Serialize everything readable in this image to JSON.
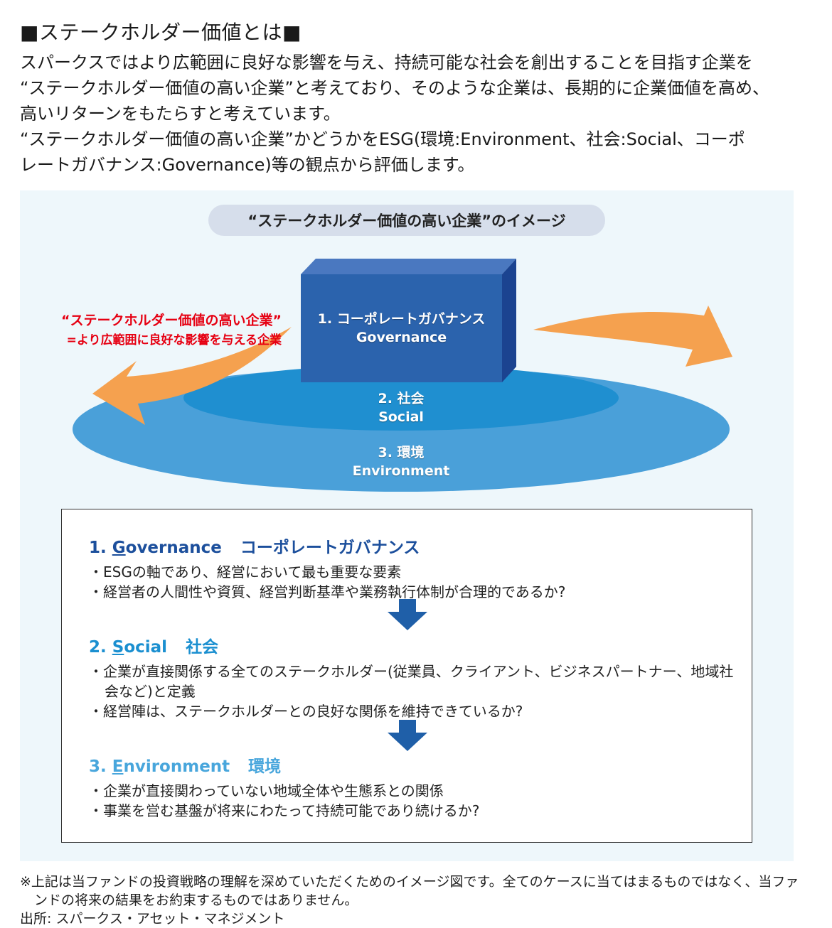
{
  "heading": "■ステークホルダー価値とは■",
  "intro": [
    "スパークスではより広範囲に良好な影響を与え、持続可能な社会を創出することを目指す企業を",
    "“ステークホルダー価値の高い企業”と考えており、そのような企業は、長期的に企業価値を高め、",
    "高いリターンをもたらすと考えています。",
    "“ステークホルダー価値の高い企業”かどうかをESG(環境:Environment、社会:Social、コーポ",
    "レートガバナンス:Governance)等の観点から評価します。"
  ],
  "diagram": {
    "title": "“ステークホルダー価値の高い企業”のイメージ",
    "red_label_1": "“ステークホルダー価値の高い企業”",
    "red_label_2": "=より広範囲に良好な影響を与える企業",
    "governance_jp": "1. コーポレートガバナンス",
    "governance_en": "Governance",
    "social_jp": "2. 社会",
    "social_en": "Social",
    "environment_jp": "3. 環境",
    "environment_en": "Environment",
    "colors": {
      "outer_ellipse": "#4aa0d9",
      "inner_ellipse": "#1f8fd0",
      "box_front": "#2b63ad",
      "box_top": "#4a78c0",
      "box_side": "#1b4390",
      "arrow": "#f5a14f",
      "red_text": "#e60012",
      "governance_heading": "#1c4f9c",
      "social_heading": "#1a8fd0",
      "environment_heading": "#48a6dc",
      "down_arrow": "#1f5fa8"
    }
  },
  "sections": [
    {
      "num": "1. ",
      "first_letter": "G",
      "rest": "overnance",
      "jp": "コーポレートガバナンス",
      "bullets": [
        "・ESGの軸であり、経営において最も重要な要素",
        "・経営者の人間性や資質、経営判断基準や業務執行体制が合理的であるか?"
      ]
    },
    {
      "num": "2. ",
      "first_letter": "S",
      "rest": "ocial",
      "jp": "社会",
      "bullets": [
        "・企業が直接関係する全てのステークホルダー(従業員、クライアント、ビジネスパートナー、地域社会など)と定義",
        "・経営陣は、ステークホルダーとの良好な関係を維持できているか?"
      ]
    },
    {
      "num": "3. ",
      "first_letter": "E",
      "rest": "nvironment",
      "jp": "環境",
      "bullets": [
        "・企業が直接関わっていない地域全体や生態系との関係",
        "・事業を営む基盤が将来にわたって持続可能であり続けるか?"
      ]
    }
  ],
  "footer": {
    "note": "※上記は当ファンドの投資戦略の理解を深めていただくためのイメージ図です。全てのケースに当てはまるものではなく、当ファンドの将来の結果をお約束するものではありません。",
    "source": "出所: スパークス・アセット・マネジメント"
  }
}
